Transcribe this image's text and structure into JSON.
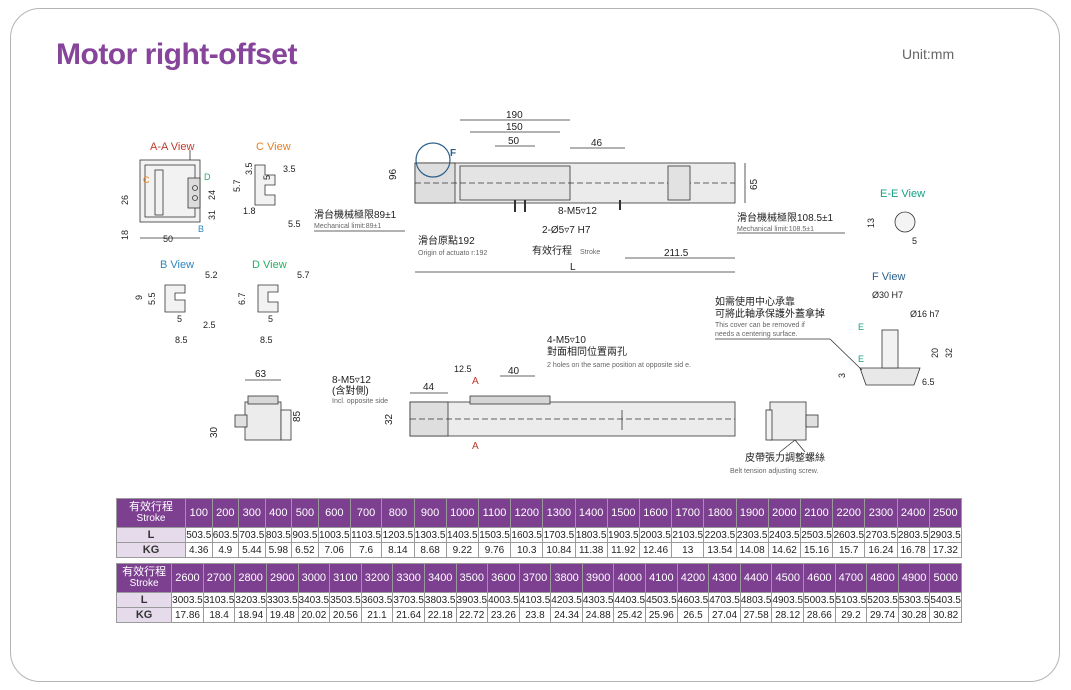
{
  "title": "Motor right-offset",
  "unit": "Unit:mm",
  "views": {
    "aa": "A-A View",
    "c": "C View",
    "b": "B View",
    "d": "D View",
    "ee": "E-E View",
    "f": "F View"
  },
  "dims": {
    "d190": "190",
    "d150": "150",
    "d50": "50",
    "d46": "46",
    "d96": "96",
    "d65": "65",
    "d26": "26",
    "d24": "24",
    "d31": "31",
    "d18": "18",
    "d50b": "50",
    "d57": "5.7",
    "d35": "3.5",
    "d5": "5",
    "d18b": "1.8",
    "d55": "5.5",
    "d52": "5.2",
    "d9": "9",
    "d55b": "5.5",
    "d5b": "5",
    "d25": "2.5",
    "d85": "8.5",
    "d57b": "5.7",
    "d67": "6.7",
    "d5c": "5",
    "d85b": "8.5",
    "d13": "13",
    "d5e": "5",
    "d63": "63",
    "d85c": "85",
    "d30": "30",
    "d44": "44",
    "d125": "12.5",
    "d40": "40",
    "d32": "32",
    "d2115": "211.5",
    "L": "L",
    "f30": "Ø30 H7",
    "f16": "Ø16 h7",
    "f20": "20",
    "f32": "32",
    "f3": "3",
    "f65": "6.5",
    "fE": "E"
  },
  "labels": {
    "A": "A",
    "B": "B",
    "C": "C",
    "D": "D",
    "E": "E",
    "F": "F",
    "m8": "8-M5▿12",
    "pin": "2-Ø5▿7 H7",
    "lim1_cn": "滑台機械極限89±1",
    "lim1_en": "Mechanical limit:89±1",
    "orig_cn": "滑台原點192",
    "orig_en": "Origin of actuato r:192",
    "stroke_cn": "有效行程",
    "stroke_en": "Stroke",
    "lim2_cn": "滑台機械極限108.5±1",
    "lim2_en": "Mechanical limit:108.5±1",
    "cover_cn1": "如需使用中心承靠",
    "cover_cn2": "可將此軸承保護外蓋拿掉",
    "cover_en1": "This cover can be removed if",
    "cover_en2": "needs a centering surface.",
    "m8b": "8-M5▿12",
    "m8b_cn": "(含對側)",
    "m8b_en": "Incl. opposite side",
    "m4": "4-M5▿10",
    "m4_cn": "對面相同位置兩孔",
    "m4_en": "2 holes on the same position at opposite sid e.",
    "belt_cn": "皮帶張力調整螺絲",
    "belt_en": "Belt tension adjusting screw."
  },
  "table1": {
    "head_cn": "有效行程",
    "head_en": "Stroke",
    "strokes": [
      "100",
      "200",
      "300",
      "400",
      "500",
      "600",
      "700",
      "800",
      "900",
      "1000",
      "1100",
      "1200",
      "1300",
      "1400",
      "1500",
      "1600",
      "1700",
      "1800",
      "1900",
      "2000",
      "2100",
      "2200",
      "2300",
      "2400",
      "2500"
    ],
    "L_label": "L",
    "L": [
      "503.5",
      "603.5",
      "703.5",
      "803.5",
      "903.5",
      "1003.5",
      "1103.5",
      "1203.5",
      "1303.5",
      "1403.5",
      "1503.5",
      "1603.5",
      "1703.5",
      "1803.5",
      "1903.5",
      "2003.5",
      "2103.5",
      "2203.5",
      "2303.5",
      "2403.5",
      "2503.5",
      "2603.5",
      "2703.5",
      "2803.5",
      "2903.5"
    ],
    "KG_label": "KG",
    "KG": [
      "4.36",
      "4.9",
      "5.44",
      "5.98",
      "6.52",
      "7.06",
      "7.6",
      "8.14",
      "8.68",
      "9.22",
      "9.76",
      "10.3",
      "10.84",
      "11.38",
      "11.92",
      "12.46",
      "13",
      "13.54",
      "14.08",
      "14.62",
      "15.16",
      "15.7",
      "16.24",
      "16.78",
      "17.32"
    ]
  },
  "table2": {
    "head_cn": "有效行程",
    "head_en": "Stroke",
    "strokes": [
      "2600",
      "2700",
      "2800",
      "2900",
      "3000",
      "3100",
      "3200",
      "3300",
      "3400",
      "3500",
      "3600",
      "3700",
      "3800",
      "3900",
      "4000",
      "4100",
      "4200",
      "4300",
      "4400",
      "4500",
      "4600",
      "4700",
      "4800",
      "4900",
      "5000"
    ],
    "L_label": "L",
    "L": [
      "3003.5",
      "3103.5",
      "3203.5",
      "3303.5",
      "3403.5",
      "3503.5",
      "3603.5",
      "3703.5",
      "3803.5",
      "3903.5",
      "4003.5",
      "4103.5",
      "4203.5",
      "4303.5",
      "4403.5",
      "4503.5",
      "4603.5",
      "4703.5",
      "4803.5",
      "4903.5",
      "5003.5",
      "5103.5",
      "5203.5",
      "5303.5",
      "5403.5"
    ],
    "KG_label": "KG",
    "KG": [
      "17.86",
      "18.4",
      "18.94",
      "19.48",
      "20.02",
      "20.56",
      "21.1",
      "21.64",
      "22.18",
      "22.72",
      "23.26",
      "23.8",
      "24.34",
      "24.88",
      "25.42",
      "25.96",
      "26.5",
      "27.04",
      "27.58",
      "28.12",
      "28.66",
      "29.2",
      "29.74",
      "30.28",
      "30.82"
    ]
  }
}
